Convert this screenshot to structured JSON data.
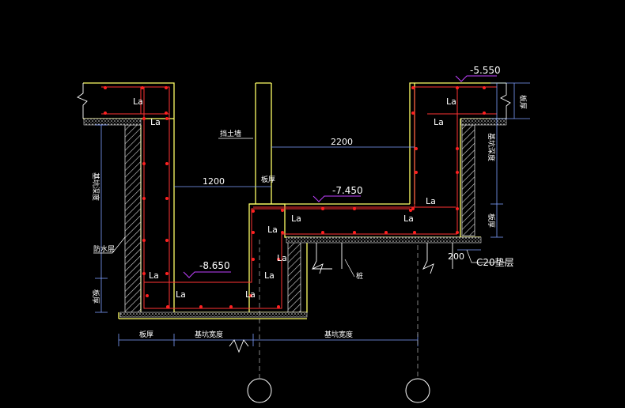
{
  "colors": {
    "background": "#000000",
    "concrete_outline": "#ffff66",
    "rebar": "#ff3333",
    "rebar_dot": "#ff2020",
    "dimension": "#7f9fff",
    "text": "#ffffff",
    "level_marker": "#c040ff",
    "hatch": "#d8d8d8",
    "cushion": "#e0e0e0"
  },
  "levels": {
    "top": "-5.550",
    "middle": "-7.450",
    "bottom": "-8.650"
  },
  "dimensions": {
    "span_2200": "2200",
    "span_1200": "1200",
    "gap_200": "200"
  },
  "labels": {
    "lap_length": "La",
    "retaining_wall": "挡土墙",
    "slab_thickness": "板厚",
    "waterproof_layer": "防水层",
    "pile": "桩",
    "cushion_layer": "C20垫层",
    "foundation_width": "基坑宽度",
    "excavation_depth": "基坑深度"
  },
  "icons": {
    "break_mark": "break-line-icon",
    "axis_bubble": "axis-circle-icon"
  }
}
